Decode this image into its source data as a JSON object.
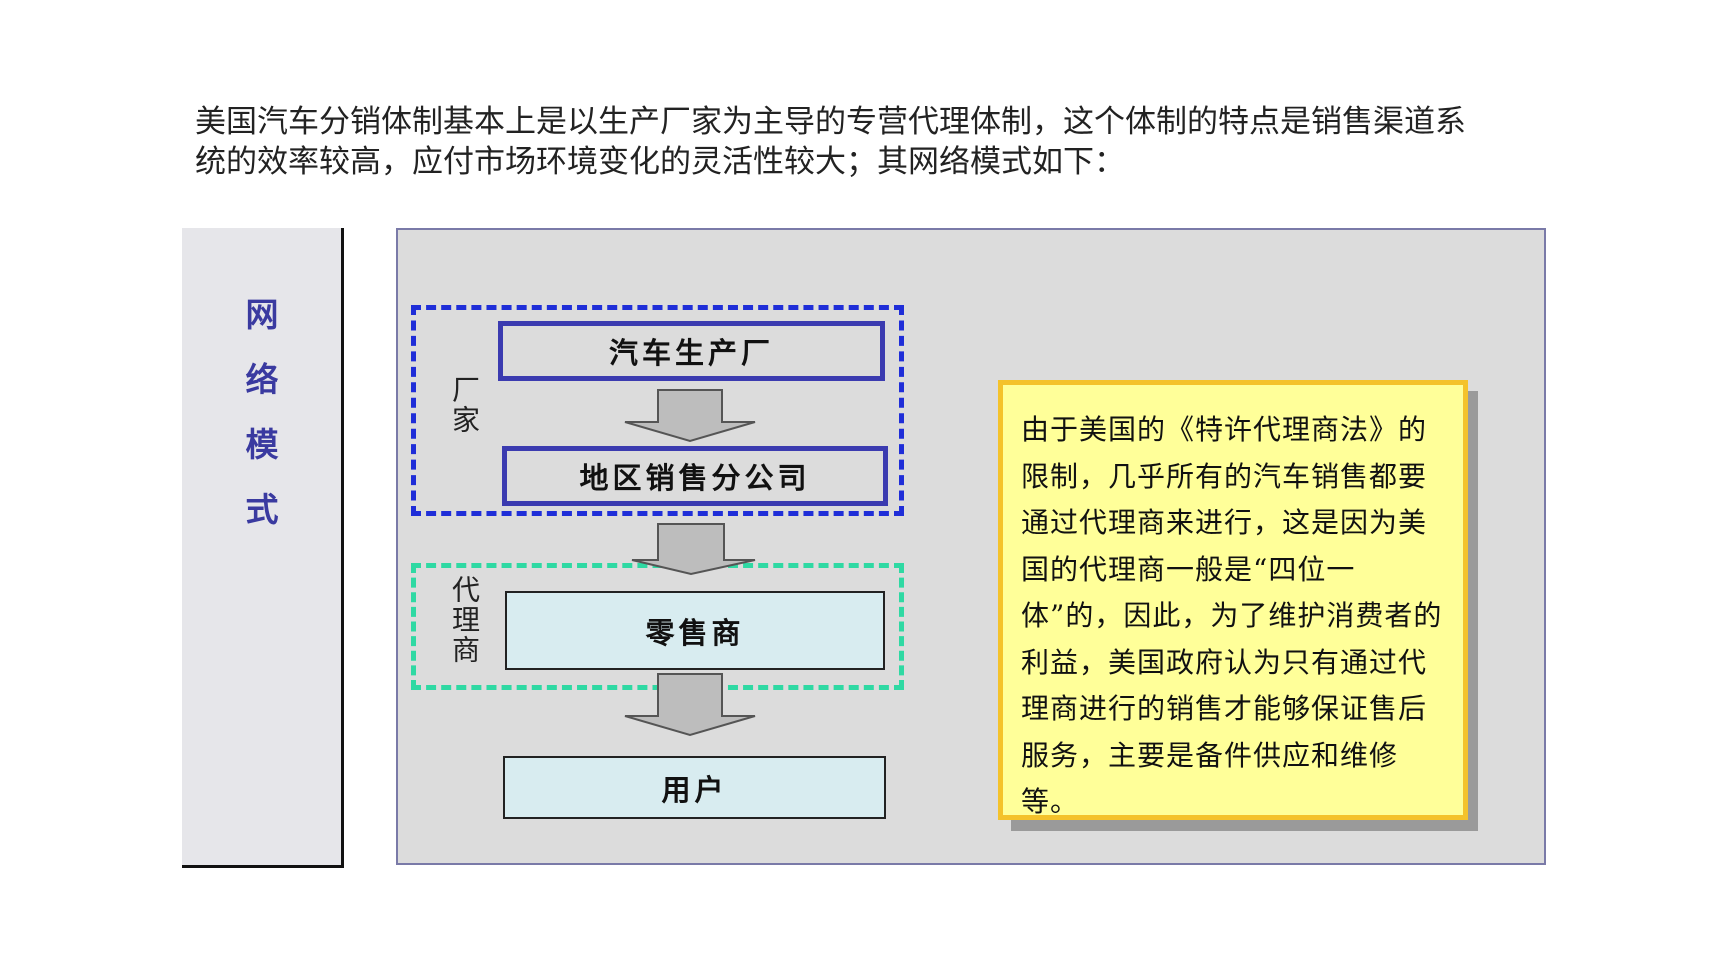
{
  "intro": {
    "line1": "美国汽车分销体制基本上是以生产厂家为主导的专营代理体制，这个体制的特点是销售渠道系",
    "line2": "统的效率较高，应付市场环境变化的灵活性较大；其网络模式如下："
  },
  "side_panel": {
    "chars": [
      "网",
      "络",
      "模",
      "式"
    ]
  },
  "diagram": {
    "groups": {
      "maker_label": "厂家",
      "agent_label": "代理商"
    },
    "nodes": {
      "maker": "汽车生产厂",
      "branch": "地区销售分公司",
      "retail": "零售商",
      "user": "用户"
    },
    "colors": {
      "maker_group_border": "#1f2ed8",
      "agent_group_border": "#2fd9a3",
      "note_background": "#ffff99",
      "note_border": "#f4c22b",
      "node_border": "#3b3bb0",
      "node_fill": "#d8ecf0"
    }
  },
  "note": {
    "text": "由于美国的《特许代理商法》的限制，几乎所有的汽车销售都要通过代理商来进行，这是因为美国的代理商一般是“四位一体”的，因此，为了维护消费者的利益，美国政府认为只有通过代理商进行的销售才能够保证售后服务，主要是备件供应和维修等。"
  }
}
